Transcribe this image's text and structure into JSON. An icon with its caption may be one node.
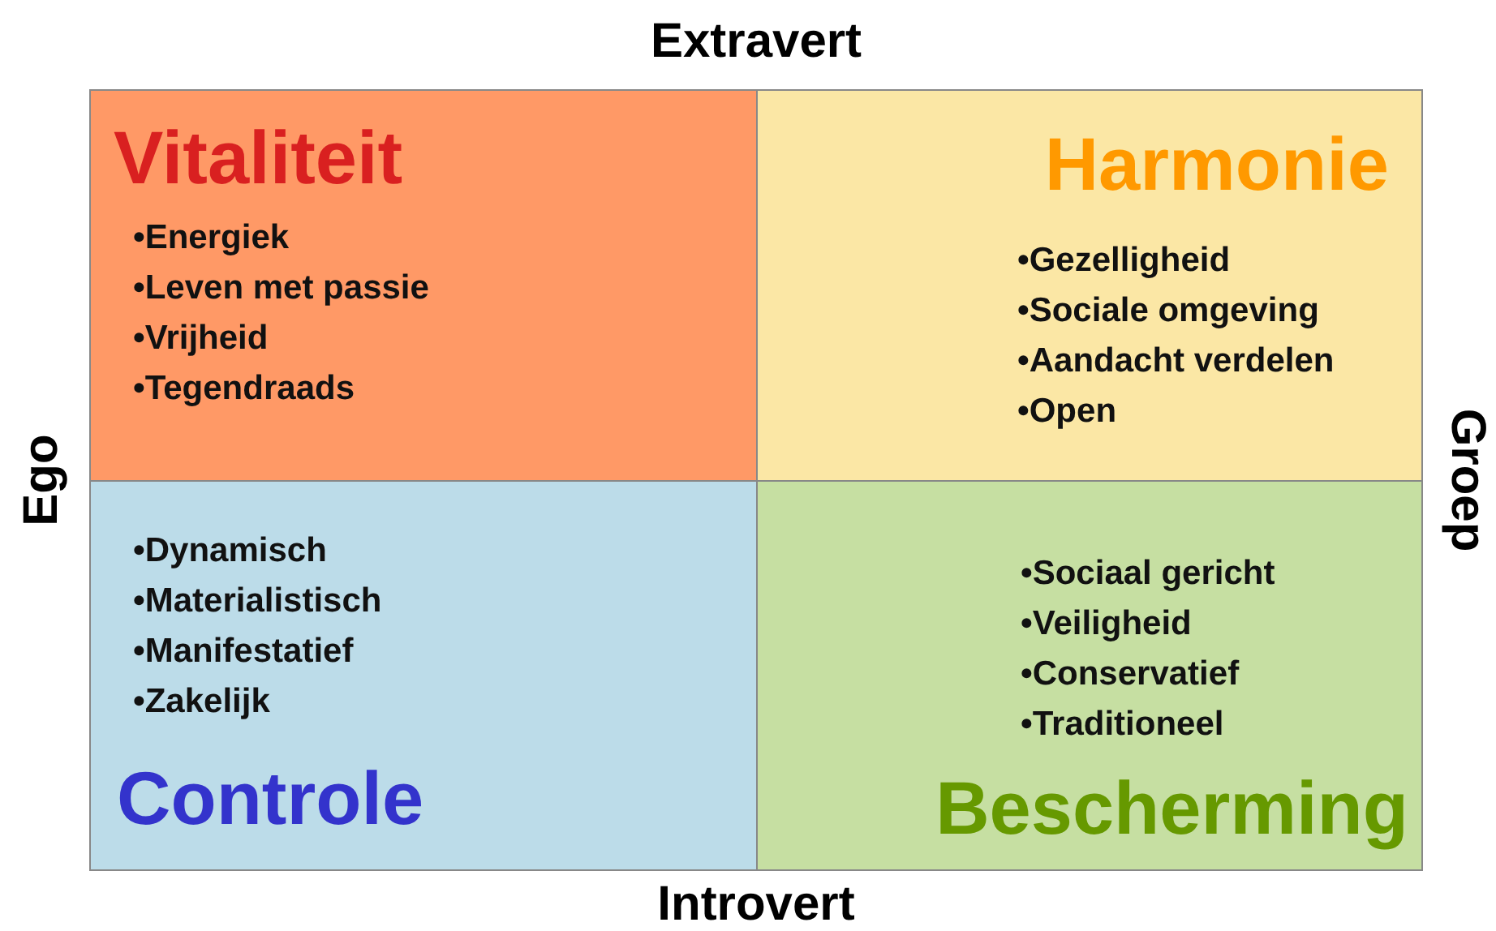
{
  "diagram": {
    "nodes": [
      {
        "text": [
          "Vitaliteit",
          "•Energiek",
          "•Leven met passie",
          "•Vrijheid",
          "•Tegendraads"
        ]
      },
      {
        "text": [
          "Harmonie",
          "•Gezelligheid",
          "•Sociale omgeving",
          "•Aandacht verdelen",
          "•Open"
        ]
      },
      {
        "text": [
          "•Dynamisch",
          "•Materialistisch",
          "•Manifestatief",
          "•Zakelijk",
          "Controle"
        ]
      },
      {
        "text": [
          "•Sociaal gericht",
          "•Veiligheid",
          "•Conservatief",
          "•Traditioneel",
          "Bescherming"
        ]
      }
    ],
    "labels": [
      "Extravert",
      "Ego",
      "Groep",
      "Introvert"
    ]
  }
}
